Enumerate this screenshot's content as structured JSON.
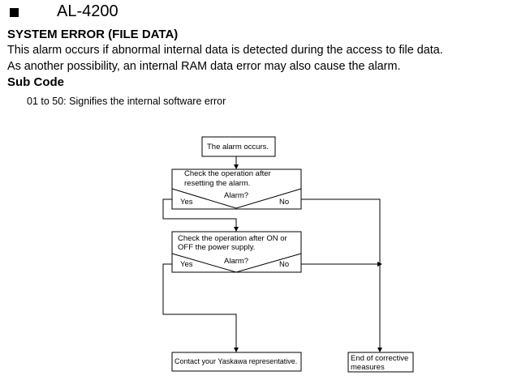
{
  "header": {
    "alarm_code": "AL-4200",
    "title": "SYSTEM ERROR (FILE DATA)",
    "description_line1": "This alarm occurs if abnormal internal data is detected during the access to file data.",
    "description_line2": "As another possibility, an internal RAM data error may also cause the alarm.",
    "subcode_heading": "Sub Code",
    "subcode_text": "01 to 50: Signifies the internal software error"
  },
  "flowchart": {
    "start": "The alarm occurs.",
    "check1_line1": "Check the operation after",
    "check1_line2": "resetting the alarm.",
    "decision_label": "Alarm?",
    "yes_label": "Yes",
    "no_label": "No",
    "check2_line1": "Check the operation after ON or",
    "check2_line2": "OFF the power supply.",
    "contact": "Contact your Yaskawa representative.",
    "end_line1": "End of corrective",
    "end_line2": "measures"
  }
}
